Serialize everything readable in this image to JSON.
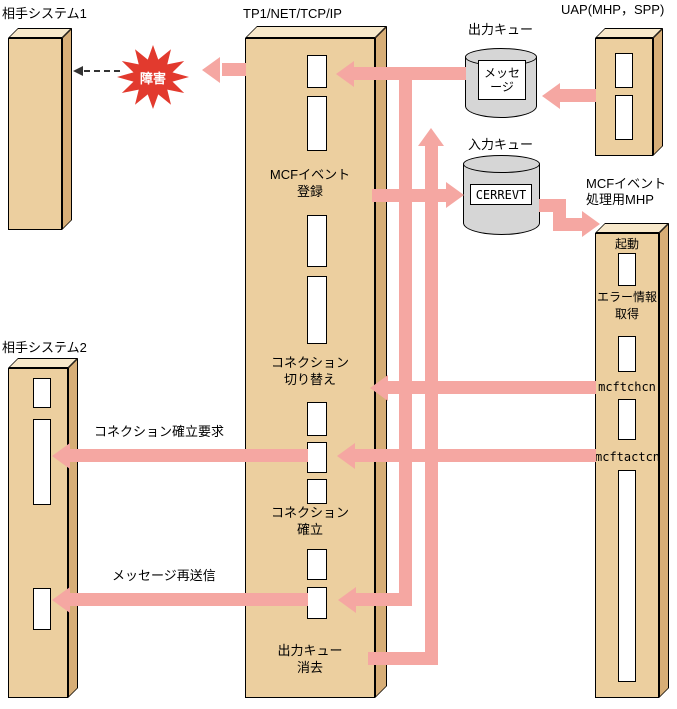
{
  "diagram": {
    "colors": {
      "arrow": "#f5a7a2",
      "box_front": "#eccf9f",
      "box_top": "#f7e8ca",
      "box_side": "#d7ae77",
      "cylinder": "#d6d6d6",
      "failure_red": "#e23a2e"
    },
    "partner_system_1": {
      "label": "相手システム1"
    },
    "partner_system_2": {
      "label": "相手システム2"
    },
    "failure": {
      "label": "障害"
    },
    "tp1": {
      "label": "TP1/NET/TCP/IP",
      "steps": {
        "mcf_event_register": "MCFイベント\n登録",
        "connection_switch": "コネクション\n切り替え",
        "connection_establish": "コネクション\n確立",
        "output_queue_delete": "出力キュー\n消去"
      }
    },
    "uap": {
      "label": "UAP(MHP，SPP)"
    },
    "mhp": {
      "label": "MCFイベント\n処理用MHP",
      "steps": {
        "start": "起動",
        "error_info": "エラー情報\n取得",
        "mcftchcn": "mcftchcn",
        "mcftactcn": "mcftactcn"
      }
    },
    "output_queue": {
      "label": "出力キュー",
      "content": "メッセ\nージ"
    },
    "input_queue": {
      "label": "入力キュー",
      "content": "CERREVT"
    },
    "flows": {
      "connection_request": "コネクション確立要求",
      "message_resend": "メッセージ再送信"
    }
  }
}
